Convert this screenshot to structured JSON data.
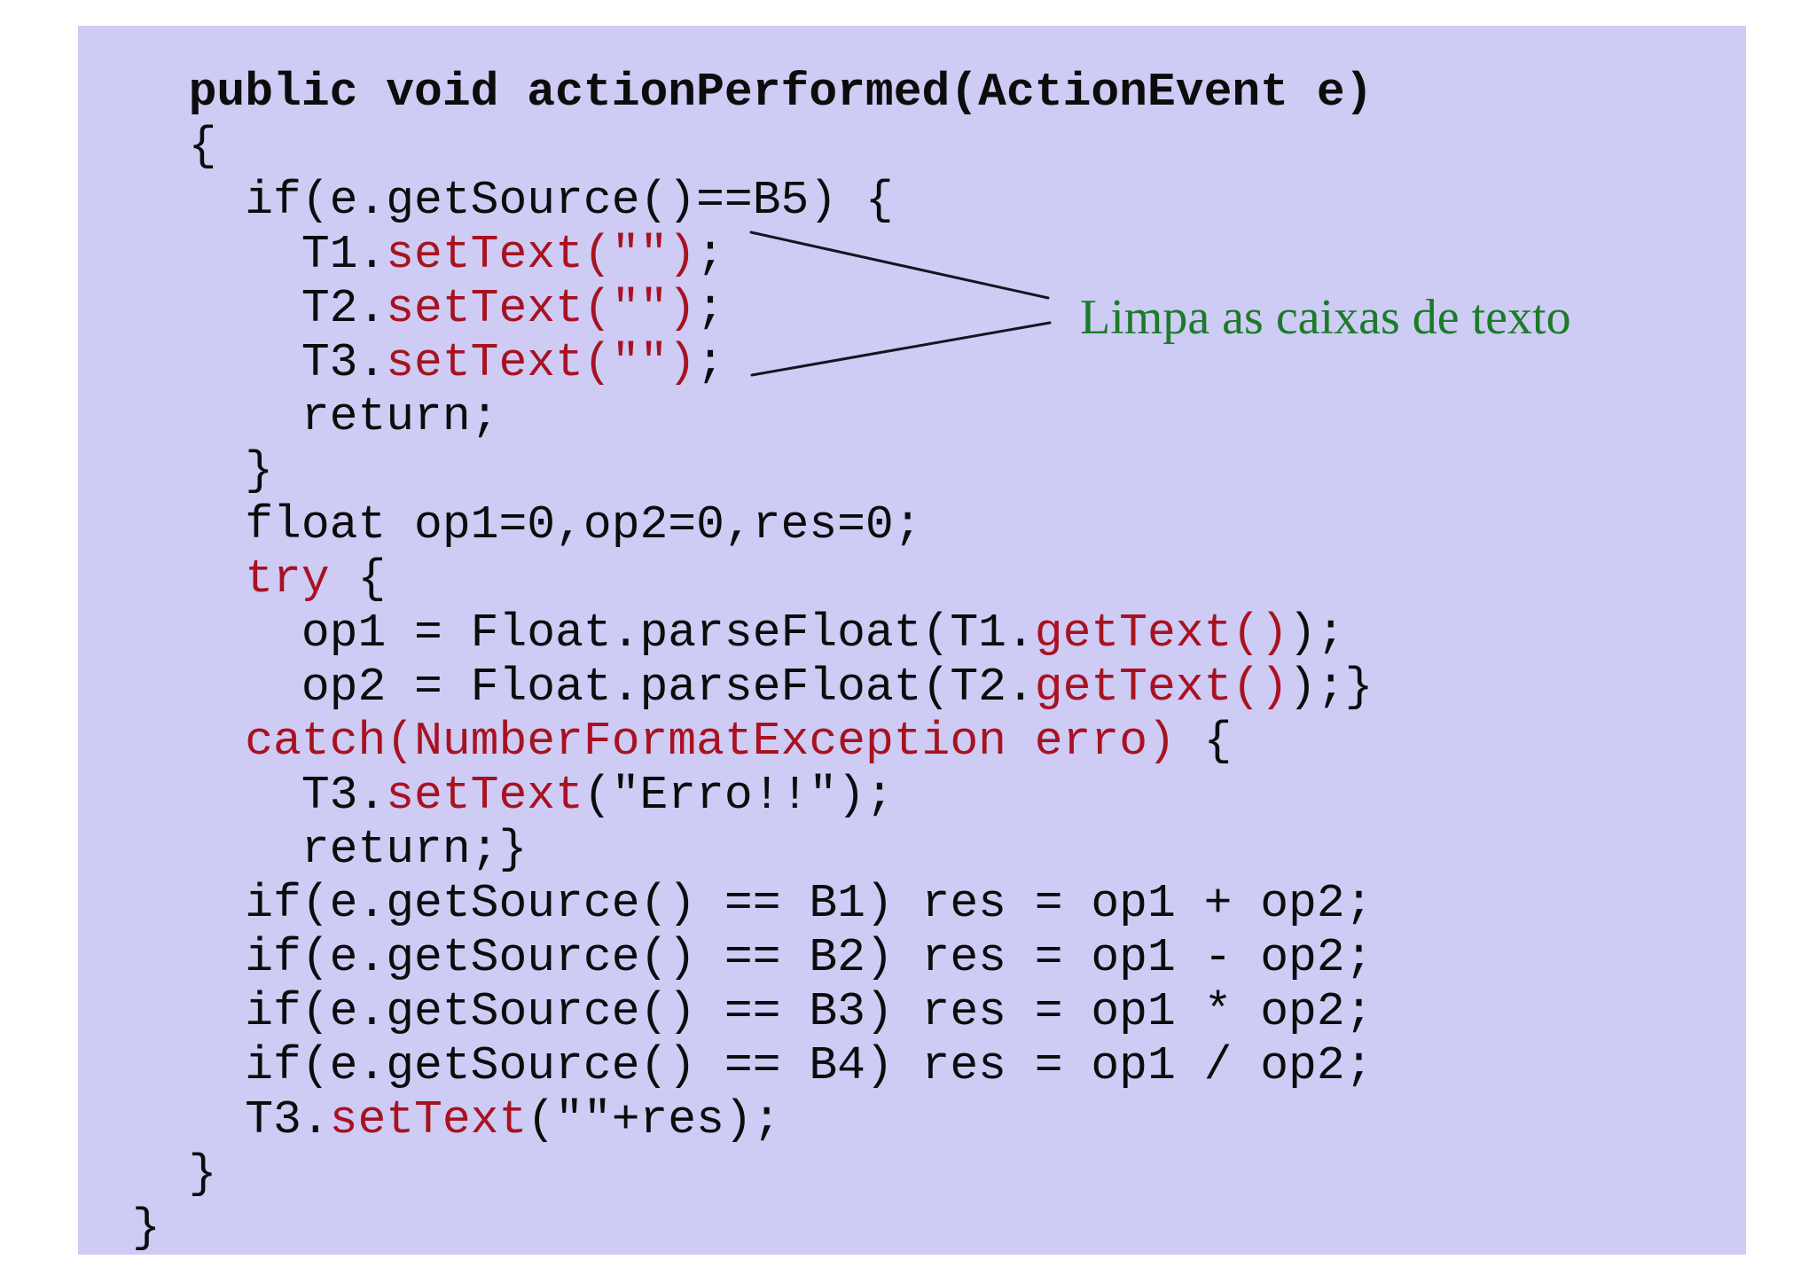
{
  "theme": {
    "canvas": "#ffffff",
    "panel": "#cecbf5",
    "ink": "#0c0c0c",
    "keyword": "#a81220",
    "annotation": "#1b7b28",
    "connector": "#15151f"
  },
  "annotation": {
    "label": "Limpa as caixas de texto"
  },
  "code_lines": [
    {
      "bold": true,
      "segments": [
        [
          "  public void actionPerformed(ActionEvent e)",
          "k"
        ]
      ]
    },
    {
      "bold": false,
      "segments": [
        [
          "  {",
          "k"
        ]
      ]
    },
    {
      "bold": false,
      "segments": [
        [
          "    if(e.getSource()==B5) {",
          "k"
        ]
      ]
    },
    {
      "bold": false,
      "segments": [
        [
          "      T1.",
          "k"
        ],
        [
          "setText(\"\")",
          "r"
        ],
        [
          ";",
          "k"
        ]
      ]
    },
    {
      "bold": false,
      "segments": [
        [
          "      T2.",
          "k"
        ],
        [
          "setText(\"\")",
          "r"
        ],
        [
          ";",
          "k"
        ]
      ]
    },
    {
      "bold": false,
      "segments": [
        [
          "      T3.",
          "k"
        ],
        [
          "setText(\"\")",
          "r"
        ],
        [
          ";",
          "k"
        ]
      ]
    },
    {
      "bold": false,
      "segments": [
        [
          "      return;",
          "k"
        ]
      ]
    },
    {
      "bold": false,
      "segments": [
        [
          "    }",
          "k"
        ]
      ]
    },
    {
      "bold": false,
      "segments": [
        [
          "    float op1=0,op2=0,res=0;",
          "k"
        ]
      ]
    },
    {
      "bold": false,
      "segments": [
        [
          "    ",
          "k"
        ],
        [
          "try",
          "r"
        ],
        [
          " {",
          "k"
        ]
      ]
    },
    {
      "bold": false,
      "segments": [
        [
          "      op1 = Float.parseFloat(T1.",
          "k"
        ],
        [
          "getText()",
          "r"
        ],
        [
          ");",
          "k"
        ]
      ]
    },
    {
      "bold": false,
      "segments": [
        [
          "      op2 = Float.parseFloat(T2.",
          "k"
        ],
        [
          "getText()",
          "r"
        ],
        [
          ");}",
          "k"
        ]
      ]
    },
    {
      "bold": false,
      "segments": [
        [
          "    ",
          "k"
        ],
        [
          "catch(NumberFormatException erro)",
          "r"
        ],
        [
          " {",
          "k"
        ]
      ]
    },
    {
      "bold": false,
      "segments": [
        [
          "      T3.",
          "k"
        ],
        [
          "setText",
          "r"
        ],
        [
          "(\"Erro!!\");",
          "k"
        ]
      ]
    },
    {
      "bold": false,
      "segments": [
        [
          "      return;}",
          "k"
        ]
      ]
    },
    {
      "bold": false,
      "segments": [
        [
          "    if(e.getSource() == B1) res = op1 + op2;",
          "k"
        ]
      ]
    },
    {
      "bold": false,
      "segments": [
        [
          "    if(e.getSource() == B2) res = op1 - op2;",
          "k"
        ]
      ]
    },
    {
      "bold": false,
      "segments": [
        [
          "    if(e.getSource() == B3) res = op1 * op2;",
          "k"
        ]
      ]
    },
    {
      "bold": false,
      "segments": [
        [
          "    if(e.getSource() == B4) res = op1 / op2;",
          "k"
        ]
      ]
    },
    {
      "bold": false,
      "segments": [
        [
          "    T3.",
          "k"
        ],
        [
          "setText",
          "r"
        ],
        [
          "(\"\"+res);",
          "k"
        ]
      ]
    },
    {
      "bold": false,
      "segments": [
        [
          "  }",
          "k"
        ]
      ]
    },
    {
      "bold": false,
      "segments": [
        [
          "}",
          "k"
        ]
      ]
    }
  ]
}
